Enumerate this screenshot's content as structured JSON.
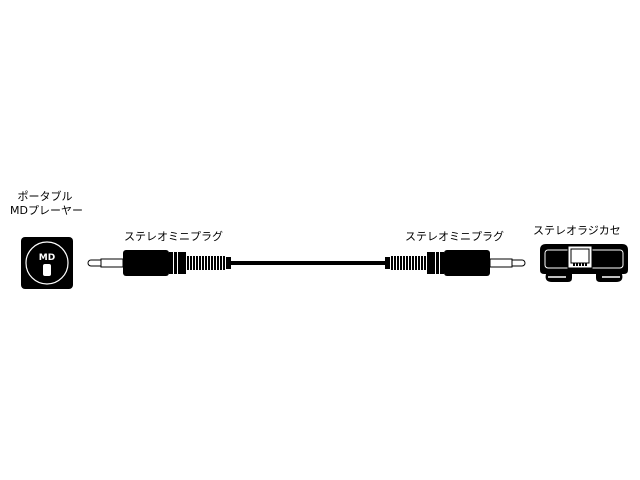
{
  "devices": {
    "left": {
      "label_line1": "ポータブル",
      "label_line2": "MDプレーヤー",
      "icon_text": "MD"
    },
    "right": {
      "label": "ステレオラジカセ"
    }
  },
  "cable": {
    "left_plug_label": "ステレオミニプラグ",
    "right_plug_label": "ステレオミニプラグ"
  },
  "colors": {
    "ink": "#000000",
    "paper": "#ffffff"
  }
}
